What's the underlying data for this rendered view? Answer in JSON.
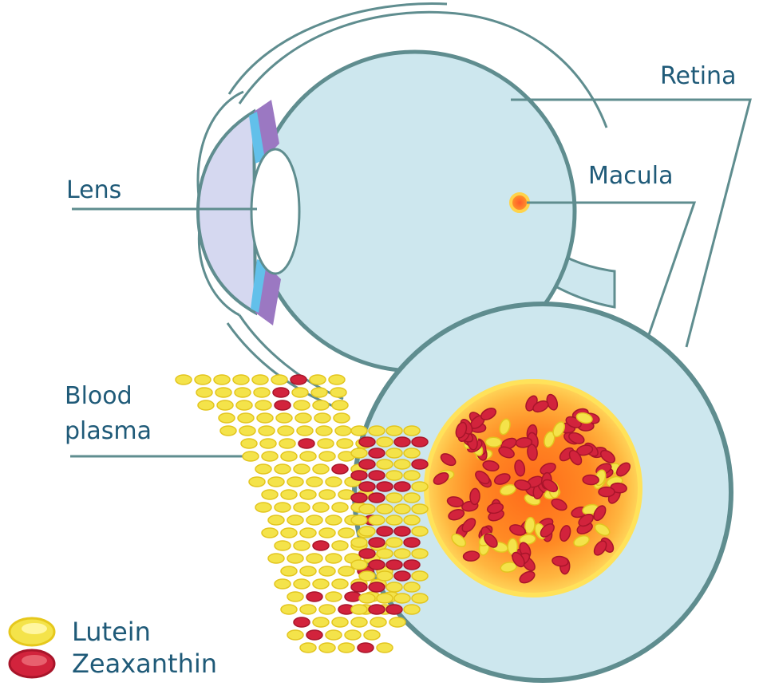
{
  "labels": {
    "retina": "Retina",
    "macula": "Macula",
    "lens": "Lens",
    "blood_plasma_line1": "Blood",
    "blood_plasma_line2": "plasma"
  },
  "legend": [
    {
      "label": "Lutein",
      "color": "#f4e34a"
    },
    {
      "label": "Zeaxanthin",
      "color": "#d2233c"
    }
  ],
  "colors": {
    "outline": "#5f8d8f",
    "vitreous": "#cde7ee",
    "cornea": "#d5d8f0",
    "iris": "#9b78c2",
    "iris_edge": "#62c0ea",
    "lens": "#ffffff",
    "lutein": "#f4e34a",
    "zeaxanthin": "#d2233c",
    "macula_inner": "#ff8a1e",
    "macula_outer": "#ffc84a",
    "label_text": "#1f5a78"
  }
}
